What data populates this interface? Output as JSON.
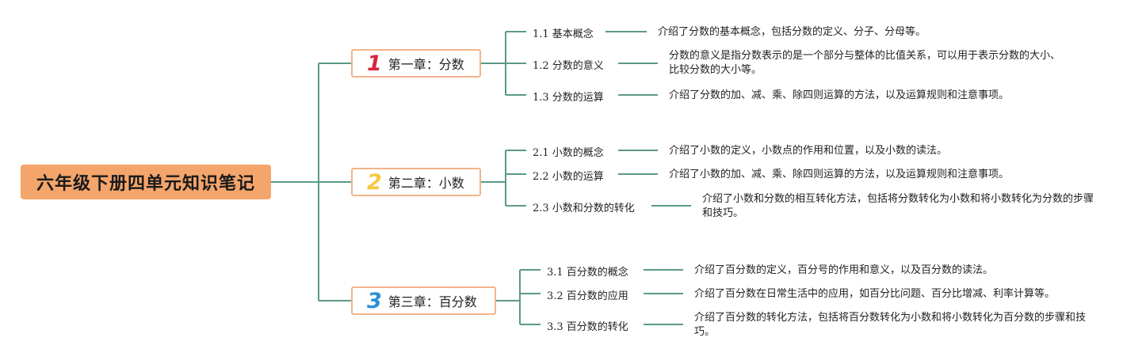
{
  "root": {
    "title": "六年级下册四单元知识笔记"
  },
  "chapters": [
    {
      "number": "1",
      "number_color": "#D7263D",
      "title": "第一章：分数",
      "sections": [
        {
          "title": "1.1 基本概念",
          "desc": "介绍了分数的基本概念，包括分数的定义、分子、分母等。"
        },
        {
          "title": "1.2 分数的意义",
          "desc": "分数的意义是指分数表示的是一个部分与整体的比值关系，可以用于表示分数的大小、比较分数的大小等。"
        },
        {
          "title": "1.3 分数的运算",
          "desc": "介绍了分数的加、减、乘、除四则运算的方法，以及运算规则和注意事项。"
        }
      ]
    },
    {
      "number": "2",
      "number_color": "#F5C842",
      "title": "第二章：小数",
      "sections": [
        {
          "title": "2.1 小数的概念",
          "desc": "介绍了小数的定义，小数点的作用和位置，以及小数的读法。"
        },
        {
          "title": "2.2 小数的运算",
          "desc": "介绍了小数的加、减、乘、除四则运算的方法，以及运算规则和注意事项。"
        },
        {
          "title": "2.3 小数和分数的转化",
          "desc": "介绍了小数和分数的相互转化方法，包括将分数转化为小数和将小数转化为分数的步骤和技巧。"
        }
      ]
    },
    {
      "number": "3",
      "number_color": "#2C8FD6",
      "title": "第三章：百分数",
      "sections": [
        {
          "title": "3.1 百分数的概念",
          "desc": "介绍了百分数的定义，百分号的作用和意义，以及百分数的读法。"
        },
        {
          "title": "3.2 百分数的应用",
          "desc": "介绍了百分数在日常生活中的应用，如百分比问题、百分比增减、利率计算等。"
        },
        {
          "title": "3.3 百分数的转化",
          "desc": "介绍了百分数的转化方法，包括将百分数转化为小数和将小数转化为百分数的步骤和技巧。"
        }
      ]
    }
  ],
  "colors": {
    "line": "#5A9A86",
    "root_bg": "#F4A56B",
    "chapter_border": "#F2B48A"
  }
}
